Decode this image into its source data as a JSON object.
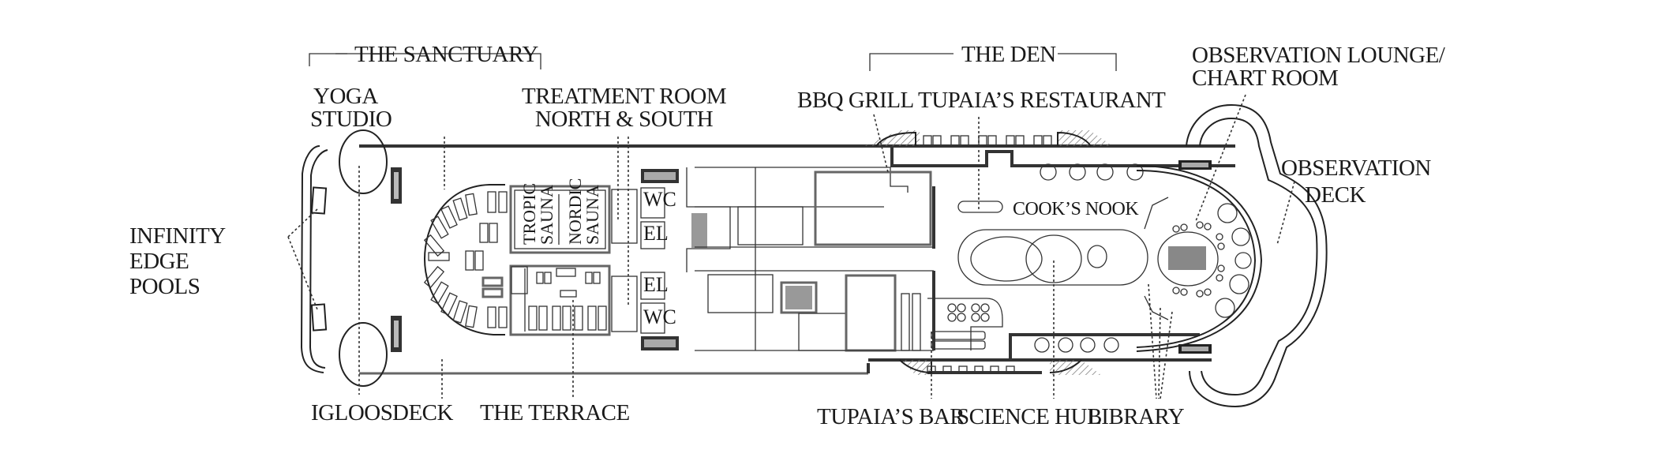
{
  "diagram": {
    "type": "ship-deck-plan",
    "background": "#ffffff",
    "line_color": "#222222"
  },
  "groups": {
    "sanctuary": "THE SANCTUARY",
    "den": "THE DEN"
  },
  "labels": {
    "yoga_studio_line1": "YOGA",
    "yoga_studio_line2": "STUDIO",
    "treatment_room_line1": "TREATMENT ROOM",
    "treatment_room_line2": "NORTH & SOUTH",
    "bbq_grill": "BBQ GRILL",
    "tupaias_restaurant": "TUPAIA’S RESTAURANT",
    "observation_lounge_line1": "OBSERVATION LOUNGE/",
    "observation_lounge_line2": "CHART ROOM",
    "observation_deck_line1": "OBSERVATION",
    "observation_deck_line2": "DECK",
    "infinity_line1": "INFINITY",
    "infinity_line2": "EDGE",
    "infinity_line3": "POOLS",
    "cooks_nook": "COOK’S NOOK",
    "igloos": "IGLOOS",
    "deck": "DECK",
    "the_terrace": "THE TERRACE",
    "tupaias_bar": "TUPAIA’S BAR",
    "science_hub": "SCIENCE HUB",
    "library": "LIBRARY"
  },
  "rooms": {
    "tropic_line1": "TROPIC",
    "tropic_line2": "SAUNA",
    "nordic_line1": "NORDIC",
    "nordic_line2": "SAUNA",
    "wc_top": "WC",
    "el_top": "EL",
    "el_bottom": "EL",
    "wc_bottom": "WC"
  }
}
